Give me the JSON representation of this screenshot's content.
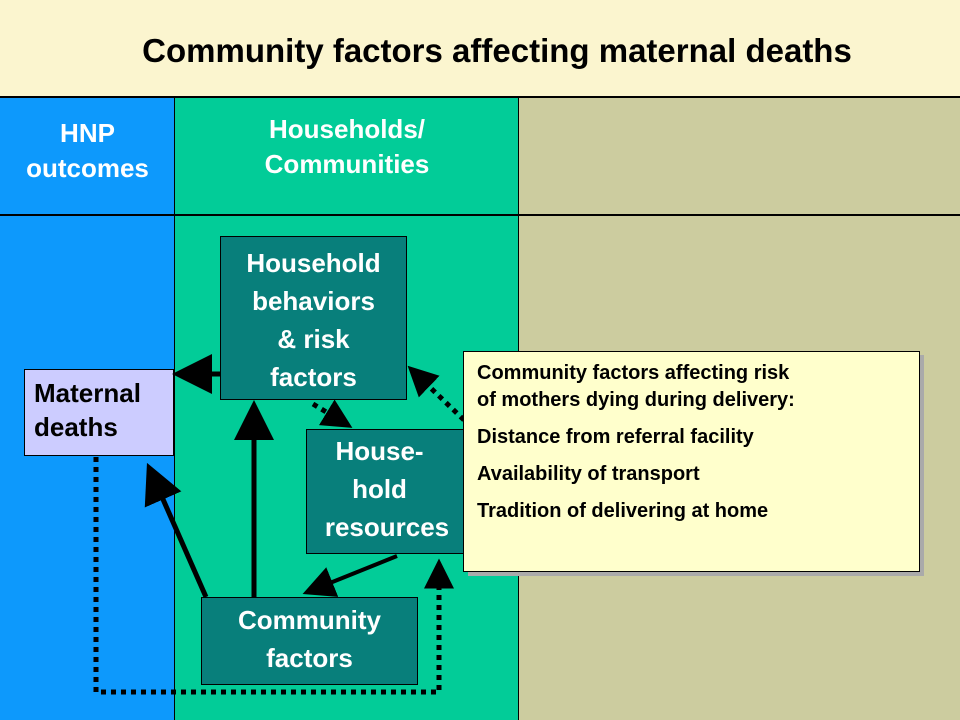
{
  "title": "Community factors affecting maternal deaths",
  "columns": {
    "hnp_line1": "HNP",
    "hnp_line2": "outcomes",
    "households_line1": "Households/",
    "households_line2": "Communities"
  },
  "boxes": {
    "household_behaviors": [
      "Household",
      "behaviors",
      "& risk",
      "factors"
    ],
    "household_resources": [
      "House-",
      "hold",
      "resources"
    ],
    "community_factors": [
      "Community",
      "factors"
    ],
    "maternal_deaths": [
      "Maternal",
      "deaths"
    ]
  },
  "note": {
    "heading_line1": "Community factors affecting risk",
    "heading_line2": "of mothers dying during delivery:",
    "items": [
      "Distance from referral facility",
      "Availability of transport",
      "Tradition of delivering at home"
    ]
  },
  "colors": {
    "hnp_column": "#0d99fc",
    "households_column": "#02cc98",
    "other_column": "#cccc9f",
    "teal_box": "#087f7b",
    "maternal_box": "#ccccff",
    "note_box": "#ffffcc",
    "title_band": "#fbf5cf"
  }
}
